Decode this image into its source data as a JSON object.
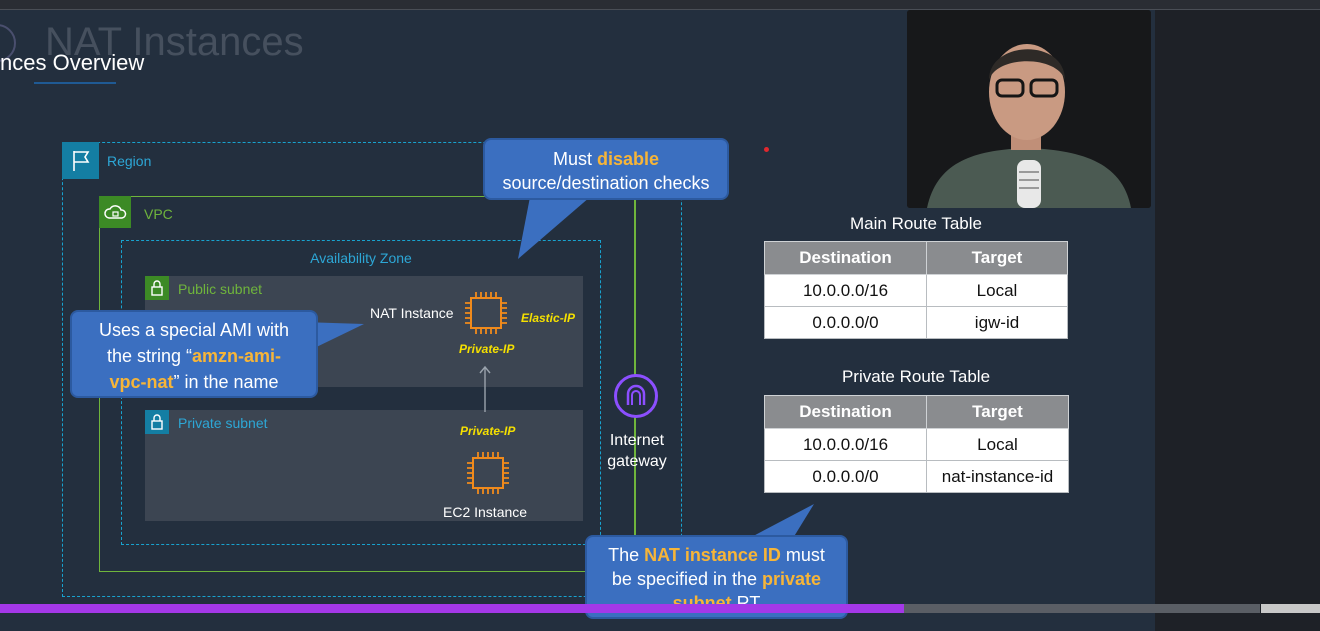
{
  "slide": {
    "title_ghost": "NAT Instances",
    "section_title": "nces Overview",
    "region_label": "Region",
    "vpc_label": "VPC",
    "az_label": "Availability Zone",
    "public_subnet_label": "Public subnet",
    "private_subnet_label": "Private subnet",
    "nat_instance_label": "NAT Instance",
    "elastic_ip_label": "Elastic-IP",
    "private_ip_public": "Private-IP",
    "private_ip_private": "Private-IP",
    "ec2_label": "EC2 Instance",
    "gateway_line1": "Internet",
    "gateway_line2": "gateway"
  },
  "callouts": {
    "disable": {
      "pre": "Must ",
      "highlight": "disable",
      "post": "source/destination checks"
    },
    "ami": {
      "line1": "Uses a special AMI with",
      "line2_pre": "the string “",
      "line2_hl": "amzn-ami-",
      "line3_hl": "vpc-nat",
      "line3_post": "” in the name"
    },
    "natid": {
      "pre": "The ",
      "hl1": "NAT instance ID",
      "mid": " must",
      "line2_pre": "be specified in the ",
      "hl2": "private",
      "line3_hl": "subnet",
      "line3_post": " RT"
    }
  },
  "main_route_table": {
    "title": "Main Route Table",
    "headers": [
      "Destination",
      "Target"
    ],
    "rows": [
      [
        "10.0.0.0/16",
        "Local"
      ],
      [
        "0.0.0.0/0",
        "igw-id"
      ]
    ]
  },
  "private_route_table": {
    "title": "Private Route Table",
    "headers": [
      "Destination",
      "Target"
    ],
    "rows": [
      [
        "10.0.0.0/16",
        "Local"
      ],
      [
        "0.0.0.0/0",
        "nat-instance-id"
      ]
    ]
  },
  "player": {
    "progress": 0.685
  },
  "colors": {
    "accent_orange": "#f7b538",
    "callout_blue": "#3b6fc0",
    "progress_purple": "#a438e8",
    "ip_yellow": "#f5e000"
  }
}
